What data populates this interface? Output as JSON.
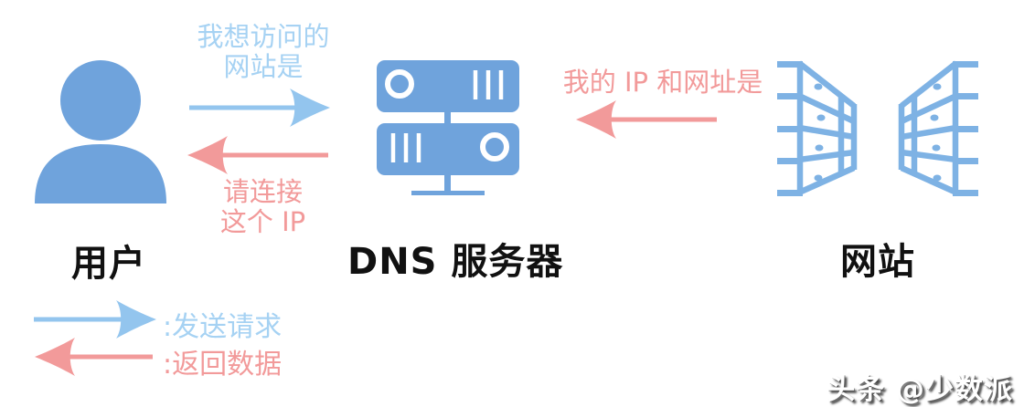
{
  "diagram": {
    "title_semantic": "dns-lookup-flow",
    "nodes": [
      {
        "id": "user",
        "label": "用户"
      },
      {
        "id": "dns",
        "label": "DNS 服务器"
      },
      {
        "id": "website",
        "label": "网站"
      }
    ],
    "messages": {
      "request_site": {
        "from": "user",
        "to": "dns",
        "line1": "我想访问的",
        "line2": "网站是",
        "arrow_color": "#93C5EE",
        "text_color": "#A6D2F3"
      },
      "connect_ip": {
        "from": "dns",
        "to": "user",
        "line1": "请连接",
        "line2": "这个 IP",
        "arrow_color": "#F29A9A",
        "text_color": "#F29A9A"
      },
      "ip_and_url": {
        "from": "website",
        "to": "dns",
        "text": "我的 IP 和网址是",
        "arrow_color": "#F29A9A",
        "text_color": "#F29A9A"
      }
    },
    "legend": [
      {
        "label": ":发送请求",
        "meaning": "send-request",
        "color": "#A6D2F3"
      },
      {
        "label": ":返回数据",
        "meaning": "return-data",
        "color": "#F29A9A"
      }
    ]
  },
  "icons": {
    "user": "user-person-icon",
    "dns": "server-rack-icon",
    "website": "server-towers-perspective-icon",
    "blue_arrow": "arrow-right-icon",
    "pink_arrow": "arrow-left-icon"
  },
  "colors": {
    "icon_blue": "#6FA3DC",
    "website_outline_blue": "#7EB2E4",
    "arrow_blue": "#93C5EE",
    "text_blue": "#A6D2F3",
    "pink": "#F29A9A",
    "label_black": "#111111",
    "background": "#FFFFFF"
  },
  "watermark": {
    "text": "头条 @少数派"
  }
}
